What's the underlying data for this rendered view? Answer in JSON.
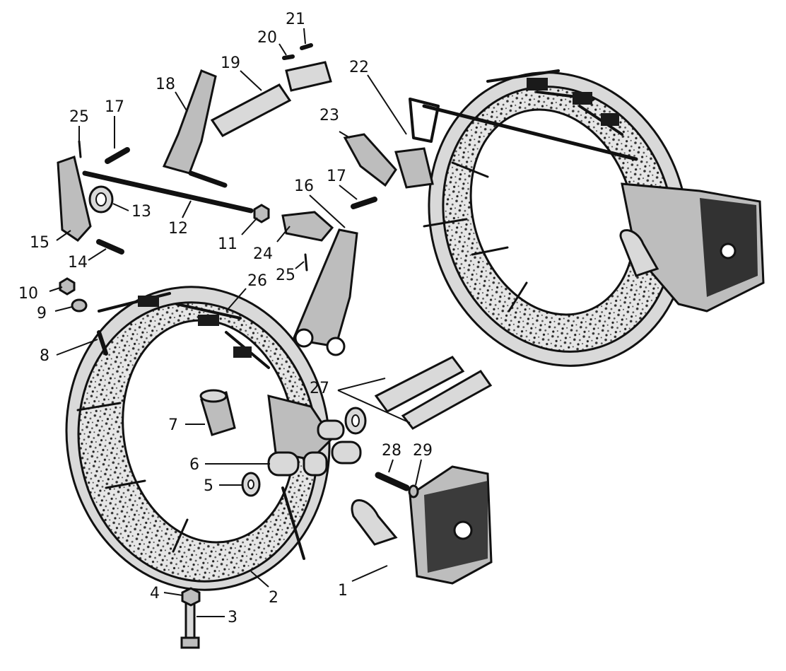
{
  "labels": [
    {
      "id": "1",
      "text": "1"
    },
    {
      "id": "2",
      "text": "2"
    },
    {
      "id": "3",
      "text": "3"
    },
    {
      "id": "4",
      "text": "4"
    },
    {
      "id": "5",
      "text": "5"
    },
    {
      "id": "6",
      "text": "6"
    },
    {
      "id": "7",
      "text": "7"
    },
    {
      "id": "8",
      "text": "8"
    },
    {
      "id": "9",
      "text": "9"
    },
    {
      "id": "10",
      "text": "10"
    },
    {
      "id": "11",
      "text": "11"
    },
    {
      "id": "12",
      "text": "12"
    },
    {
      "id": "13",
      "text": "13"
    },
    {
      "id": "14",
      "text": "14"
    },
    {
      "id": "15",
      "text": "15"
    },
    {
      "id": "16",
      "text": "16"
    },
    {
      "id": "17a",
      "text": "17"
    },
    {
      "id": "17b",
      "text": "17"
    },
    {
      "id": "18",
      "text": "18"
    },
    {
      "id": "19",
      "text": "19"
    },
    {
      "id": "20",
      "text": "20"
    },
    {
      "id": "21",
      "text": "21"
    },
    {
      "id": "22",
      "text": "22"
    },
    {
      "id": "23",
      "text": "23"
    },
    {
      "id": "24",
      "text": "24"
    },
    {
      "id": "25a",
      "text": "25"
    },
    {
      "id": "25b",
      "text": "25"
    },
    {
      "id": "26",
      "text": "26"
    },
    {
      "id": "27",
      "text": "27"
    },
    {
      "id": "28",
      "text": "28"
    },
    {
      "id": "29",
      "text": "29"
    }
  ]
}
